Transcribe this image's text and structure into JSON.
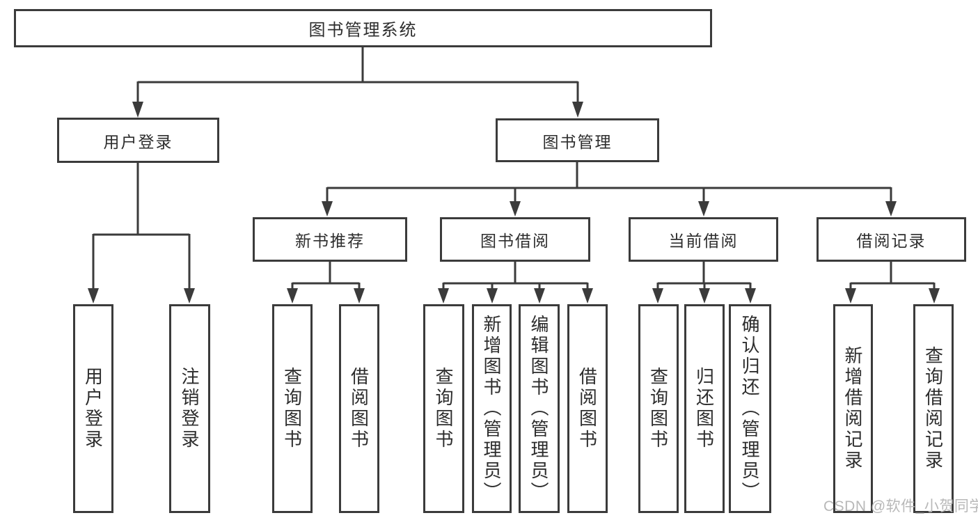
{
  "tree": {
    "root": "图书管理系统",
    "login_branch": {
      "label": "用户登录",
      "leaves": [
        "用户登录",
        "注销登录"
      ]
    },
    "management_branch": {
      "label": "图书管理",
      "groups": [
        {
          "label": "新书推荐",
          "leaves": [
            "查询图书",
            "借阅图书"
          ]
        },
        {
          "label": "图书借阅",
          "leaves": [
            "查询图书",
            "新增图书（管理员）",
            "编辑图书（管理员）",
            "借阅图书"
          ]
        },
        {
          "label": "当前借阅",
          "leaves": [
            "查询图书",
            "归还图书",
            "确认归还（管理员）"
          ]
        },
        {
          "label": "借阅记录",
          "leaves": [
            "新增借阅记录",
            "查询借阅记录"
          ]
        }
      ]
    }
  },
  "watermark": {
    "text": "CSDN @软件_小贺同学"
  },
  "colors": {
    "line": "#3b3b3b",
    "text": "#2d2d2d",
    "watermark": "#b8b8b8",
    "background": "#ffffff"
  }
}
